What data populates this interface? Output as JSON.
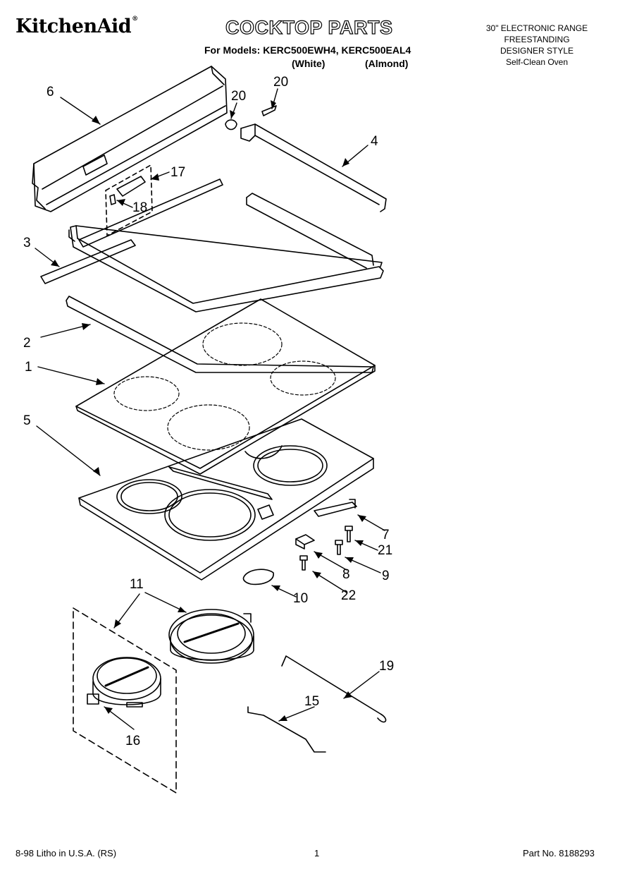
{
  "header": {
    "brand": "KitchenAid",
    "brand_mark": "®",
    "title": "COCKTOP PARTS",
    "models_line": "For Models: KERC500EWH4, KERC500EAL4",
    "variant_white": "(White)",
    "variant_almond": "(Almond)",
    "spec_lines": [
      "30\" ELECTRONIC RANGE",
      "FREESTANDING",
      "DESIGNER STYLE",
      "Self-Clean Oven"
    ]
  },
  "callouts": {
    "c6": "6",
    "c20a": "20",
    "c20b": "20",
    "c4": "4",
    "c17": "17",
    "c18": "18",
    "c3": "3",
    "c2": "2",
    "c1": "1",
    "c5": "5",
    "c7": "7",
    "c21": "21",
    "c8": "8",
    "c9": "9",
    "c10": "10",
    "c22": "22",
    "c11": "11",
    "c19": "19",
    "c15": "15",
    "c16": "16"
  },
  "footer": {
    "print_info": "8-98 Litho in U.S.A. (RS)",
    "page_number": "1",
    "part_number": "Part No. 8188293"
  }
}
